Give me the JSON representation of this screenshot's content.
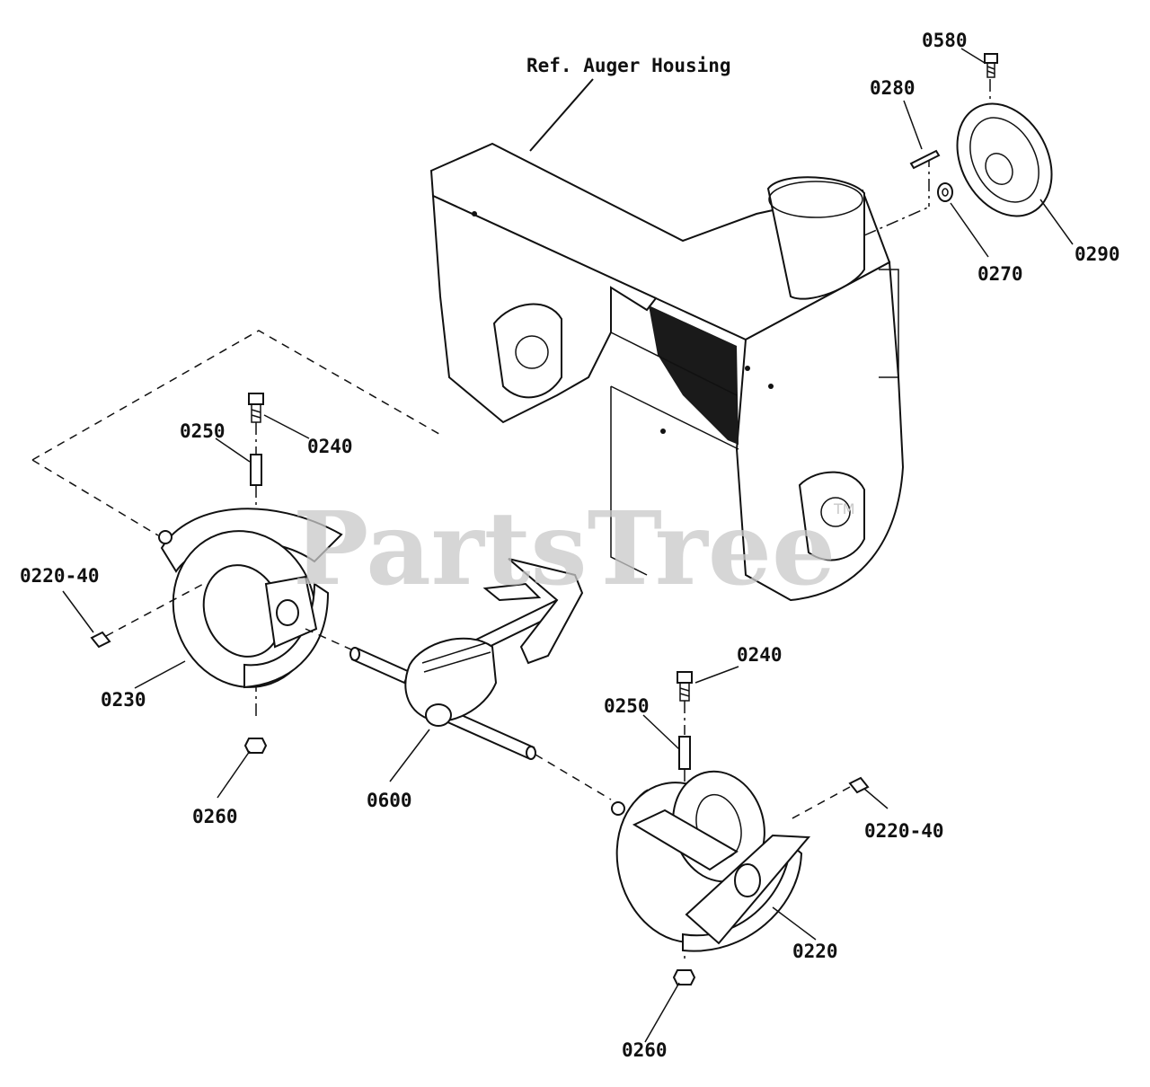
{
  "diagram": {
    "housing_label": "Ref. Auger Housing",
    "watermark": "PartsTree",
    "watermark_tm": "TM",
    "callouts": [
      {
        "id": "0580",
        "text": "0580"
      },
      {
        "id": "0280",
        "text": "0280"
      },
      {
        "id": "0290",
        "text": "0290"
      },
      {
        "id": "0270",
        "text": "0270"
      },
      {
        "id": "0250-left",
        "text": "0250"
      },
      {
        "id": "0240-left",
        "text": "0240"
      },
      {
        "id": "0220-40-left",
        "text": "0220-40"
      },
      {
        "id": "0230",
        "text": "0230"
      },
      {
        "id": "0260-left",
        "text": "0260"
      },
      {
        "id": "0600",
        "text": "0600"
      },
      {
        "id": "0240-right",
        "text": "0240"
      },
      {
        "id": "0250-right",
        "text": "0250"
      },
      {
        "id": "0220-40-right",
        "text": "0220-40"
      },
      {
        "id": "0220",
        "text": "0220"
      },
      {
        "id": "0260-right",
        "text": "0260"
      }
    ]
  }
}
